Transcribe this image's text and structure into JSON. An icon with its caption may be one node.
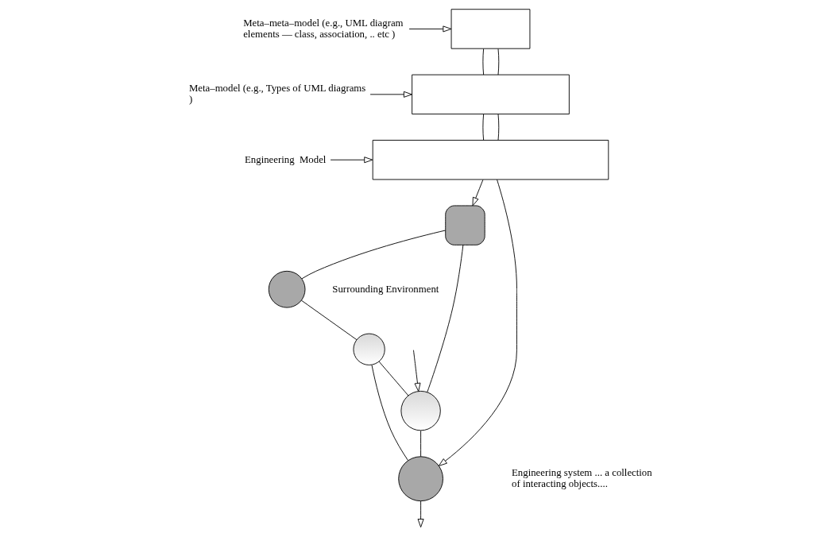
{
  "diagram": {
    "nodes": [
      {
        "text": [],
        "shape": "box"
      },
      {
        "text": [],
        "shape": "box"
      },
      {
        "text": [],
        "shape": "box"
      },
      {
        "text": [
          "Meta–meta–model (e.g., UML diagram elements — class, association, .. etc )"
        ]
      },
      {
        "text": [
          "Meta–model (e.g., Types of UML diagrams )"
        ]
      },
      {
        "text": [
          "Engineering  Model"
        ]
      },
      {
        "text": [],
        "shape": "box"
      },
      {
        "text": [],
        "shape": "circle"
      },
      {
        "text": [],
        "shape": "circle"
      },
      {
        "text": [],
        "shape": "circle"
      },
      {
        "text": [],
        "shape": "circle"
      }
    ],
    "edges": [
      {
        "from": 3,
        "to": 0,
        "arrow": "to"
      },
      {
        "from": 0,
        "to": 1,
        "arrow": "none"
      },
      {
        "from": 0,
        "to": 1,
        "arrow": "none"
      },
      {
        "from": 4,
        "to": 1,
        "arrow": "to"
      },
      {
        "from": 1,
        "to": 2,
        "arrow": "none"
      },
      {
        "from": 1,
        "to": 2,
        "arrow": "none"
      },
      {
        "from": 5,
        "to": 2,
        "arrow": "to"
      },
      {
        "from": 2,
        "to": 6,
        "arrow": "to"
      },
      {
        "from": 2,
        "to": 10,
        "arrow": "to"
      },
      {
        "from": 6,
        "to": 7,
        "arrow": "none"
      },
      {
        "from": 6,
        "to": 9,
        "arrow": "none"
      },
      {
        "from": 7,
        "to": 8,
        "arrow": "none"
      },
      {
        "from": 8,
        "to": 9,
        "arrow": "none"
      },
      {
        "from": 8,
        "to": 10,
        "arrow": "none"
      },
      {
        "from": 9,
        "to": 10,
        "arrow": "none"
      },
      {
        "from": null,
        "to": 9,
        "arrow": "to"
      },
      {
        "from": 10,
        "to": null,
        "arrow": "to"
      }
    ],
    "labels": [
      "Engineering system ... a collection of interacting objects....",
      "Surrounding Environment"
    ]
  }
}
